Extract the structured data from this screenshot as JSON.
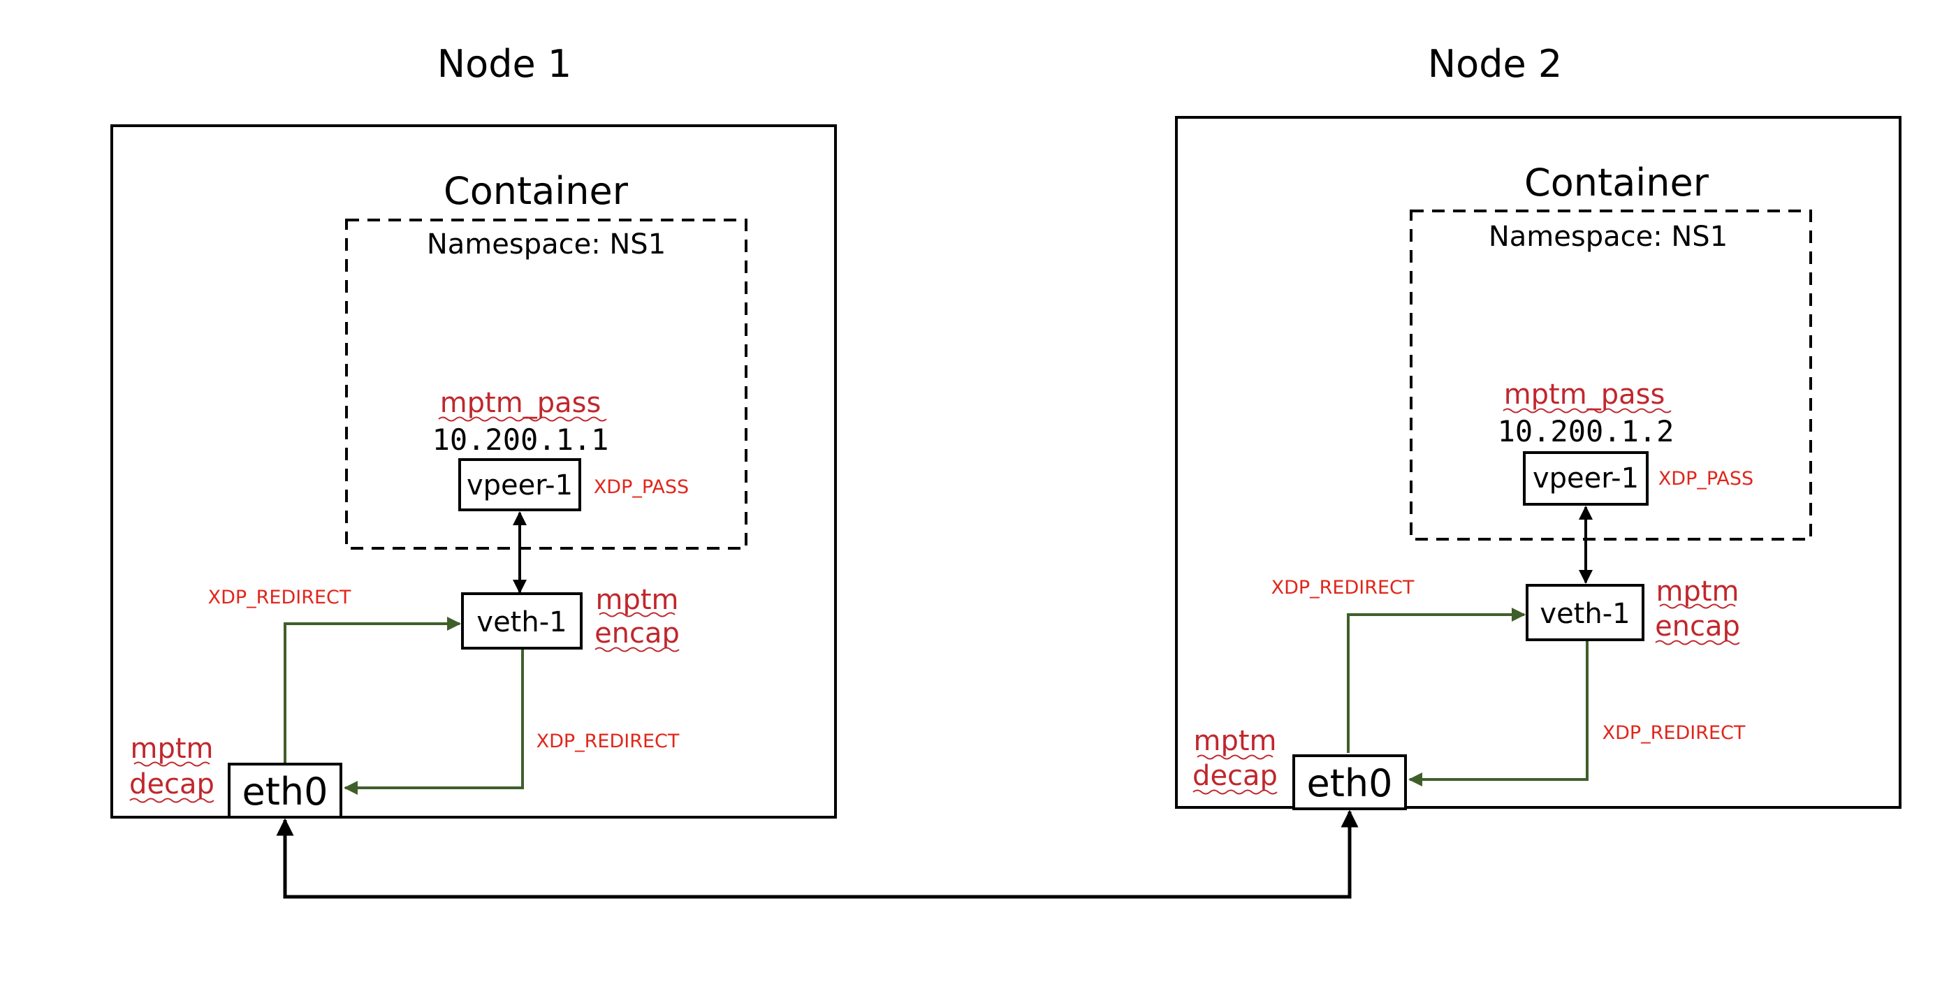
{
  "colors": {
    "green_arrow": "#3f5f2a",
    "label_red": "#c0272d",
    "xdp_red": "#e0261b",
    "black": "#000000"
  },
  "node1": {
    "title": "Node 1",
    "container_label": "Container",
    "namespace_label": "Namespace: NS1",
    "pass_program": "mptm_pass",
    "ip": "10.200.1.1",
    "vpeer": "vpeer-1",
    "xdp_pass": "XDP_PASS",
    "veth": "veth-1",
    "encap_line1": "mptm",
    "encap_line2": "encap",
    "redirect_top": "XDP_REDIRECT",
    "redirect_bottom": "XDP_REDIRECT",
    "decap_line1": "mptm",
    "decap_line2": "decap",
    "eth": "eth0"
  },
  "node2": {
    "title": "Node 2",
    "container_label": "Container",
    "namespace_label": "Namespace: NS1",
    "pass_program": "mptm_pass",
    "ip": "10.200.1.2",
    "vpeer": "vpeer-1",
    "xdp_pass": "XDP_PASS",
    "veth": "veth-1",
    "encap_line1": "mptm",
    "encap_line2": "encap",
    "redirect_top": "XDP_REDIRECT",
    "redirect_bottom": "XDP_REDIRECT",
    "decap_line1": "mptm",
    "decap_line2": "decap",
    "eth": "eth0"
  }
}
